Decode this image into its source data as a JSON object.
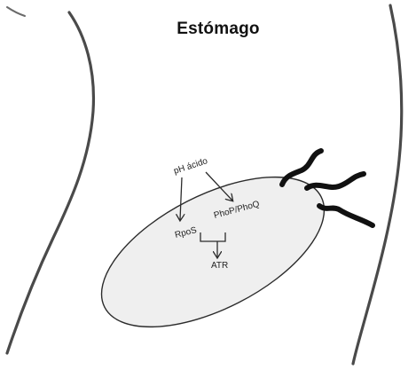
{
  "title": "Estómago",
  "labels": {
    "ph_acido": "pH ácido",
    "rpos": "RpoS",
    "phop_phoq": "PhoP/PhoQ",
    "atr": "ATR"
  },
  "colors": {
    "background": "#ffffff",
    "stroke": "#2b2b2b",
    "bacterium_fill": "#efefef",
    "text": "#222222"
  }
}
